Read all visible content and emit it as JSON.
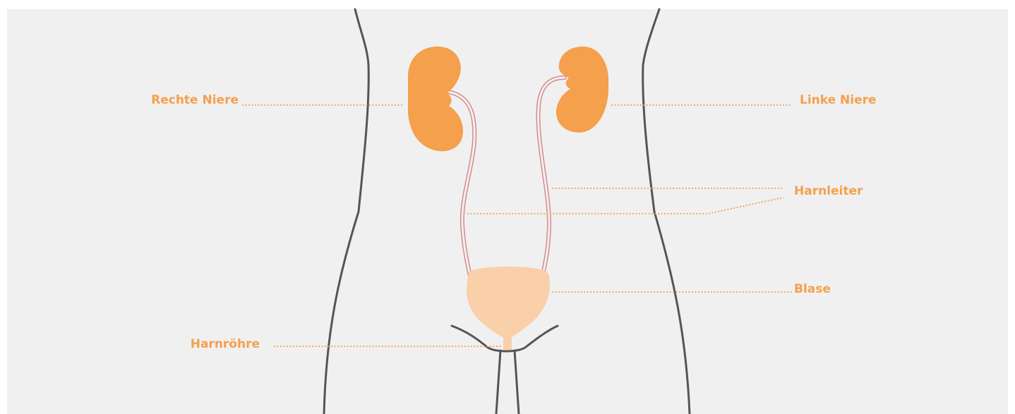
{
  "labels": {
    "right_kidney": "Rechte Niere",
    "left_kidney": "Linke Niere",
    "ureter": "Harnleiter",
    "bladder": "Blase",
    "urethra": "Harnröhre"
  },
  "colors": {
    "background": "#f0f0f1",
    "label": "#f4a04c",
    "kidney": "#f4a04c",
    "bladder": "#f9d0aa",
    "ureter": "#d98a8a",
    "body_outline": "#555555"
  }
}
